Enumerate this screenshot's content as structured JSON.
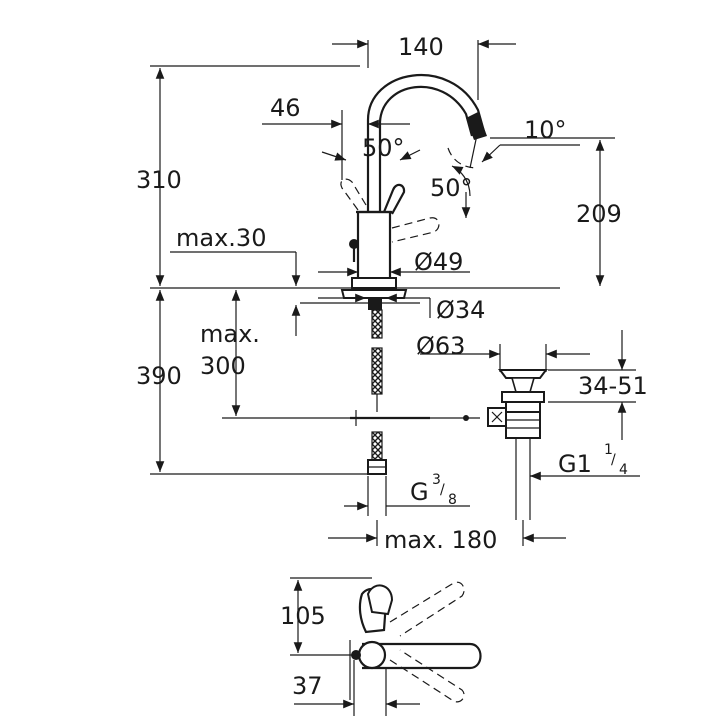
{
  "dimensions": {
    "top_width": "140",
    "handle_offset": "46",
    "angle_top": "50°",
    "angle_side": "50°",
    "spout_angle": "10°",
    "total_height_above": "310",
    "spout_height": "209",
    "max_deck": "max.30",
    "body_diameter": "Ø49",
    "hole_diameter": "Ø34",
    "waste_diameter": "Ø63",
    "waste_range": "34-51",
    "max_below_line1": "max.",
    "max_below_line2": "300",
    "below_height": "390",
    "waste_thread": "G1",
    "waste_thread_frac_num": "1",
    "waste_thread_frac_den": "4",
    "supply_thread": "G",
    "supply_thread_frac_num": "3",
    "supply_thread_frac_den": "8",
    "max_spread": "max. 180",
    "plan_depth": "105",
    "plan_offset": "37"
  }
}
